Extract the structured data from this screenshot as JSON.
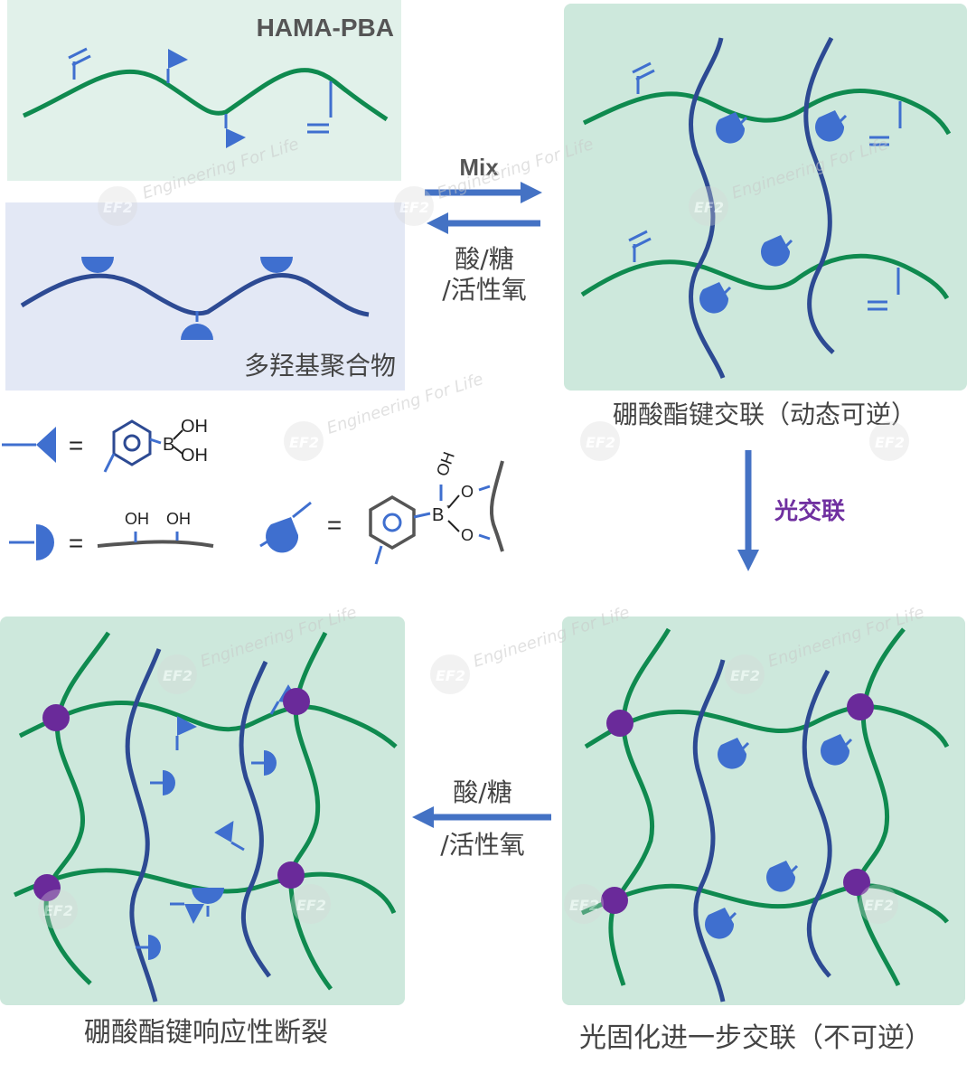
{
  "panels": {
    "hama_pba_title": "HAMA-PBA",
    "polyol_title": "多羟基聚合物"
  },
  "arrows": {
    "mix_label": "Mix",
    "reverse_label_line1": "酸/糖",
    "reverse_label_line2": "/活性氧",
    "photo_label": "光交联",
    "bottom_label_line1": "酸/糖",
    "bottom_label_line2": "/活性氧"
  },
  "captions": {
    "top_right": "硼酸酯键交联（动态可逆）",
    "bottom_right": "光固化进一步交联（不可逆）",
    "bottom_left": "硼酸酯键响应性断裂"
  },
  "legend": {
    "oh1": "OH",
    "oh2": "OH",
    "boron": "B",
    "equals": "=",
    "diol_oh1": "OH",
    "diol_oh2": "OH",
    "ester_oh": "OH",
    "ester_boron": "B",
    "ester_charge": "-",
    "ester_o1": "O",
    "ester_o2": "O"
  },
  "watermark": {
    "logo": "EF2",
    "text": "Engineering For Life"
  },
  "colors": {
    "green_chain": "#0f8a4f",
    "blue_chain": "#2d4a93",
    "pba_blue": "#3f6fcf",
    "crosslink_purple": "#6a2a9a",
    "panel_green": "#cde8dc",
    "panel_light_green": "#e1f1ea",
    "panel_blue": "#e3e8f5",
    "arrow_blue": "#4472c4",
    "photo_label_color": "#7030a0"
  }
}
